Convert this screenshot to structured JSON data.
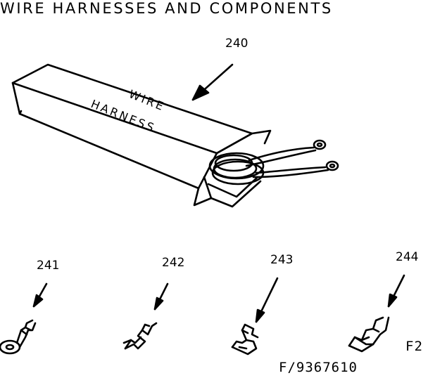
{
  "diagram": {
    "title": "WIRE HARNESSES AND COMPONENTS",
    "box_label": [
      "WIRE",
      "HARNESS"
    ],
    "parts": [
      {
        "ref": "240"
      },
      {
        "ref": "241"
      },
      {
        "ref": "242"
      },
      {
        "ref": "243"
      },
      {
        "ref": "244"
      }
    ],
    "figure_code": "F2",
    "drawing_number": "F/9367610"
  }
}
